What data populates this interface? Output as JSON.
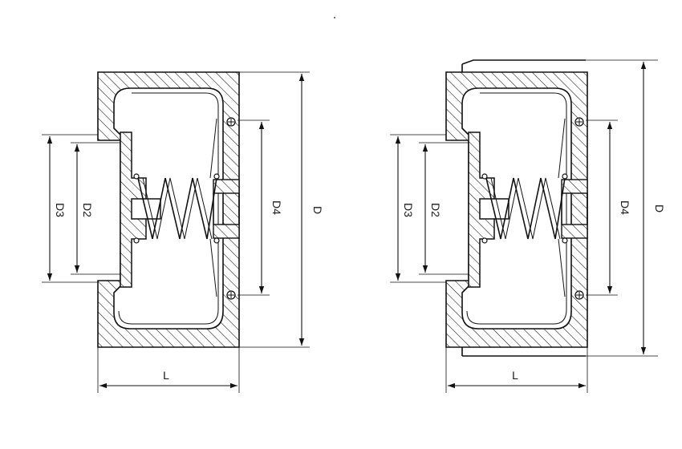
{
  "views": [
    {
      "labels": {
        "d": "D",
        "d2": "D2",
        "d3": "D3",
        "d4": "D4",
        "l": "L"
      }
    },
    {
      "labels": {
        "d": "D",
        "d2": "D2",
        "d3": "D3",
        "d4": "D4",
        "l": "L"
      }
    }
  ]
}
